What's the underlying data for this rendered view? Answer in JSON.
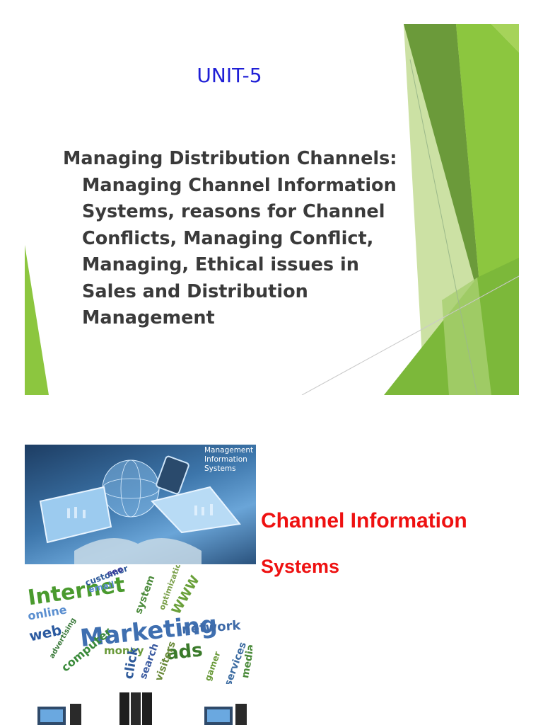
{
  "slide1": {
    "title": "UNIT-5",
    "lead": "Managing Distribution Channels:",
    "lines": [
      "Managing Channel Information",
      "Systems, reasons for Channel",
      "Conflicts, Managing Conflict,",
      "Managing, Ethical issues in",
      "Sales and Distribution",
      "Management"
    ],
    "colors": {
      "title": "#1f1fd6",
      "accent_green": "#8cc63f",
      "dark_green": "#5c8a2e"
    }
  },
  "slide2": {
    "heading_line1": "Channel Information",
    "heading_line2": "Systems",
    "image_caption": [
      "Management",
      "Information",
      "Systems"
    ],
    "word_cloud": [
      "Internet",
      "Marketing",
      "ads",
      "network",
      "online",
      "web",
      "computer",
      "money",
      "search",
      "visitors",
      "click",
      "WWW",
      "system",
      "optimization",
      "customer",
      "seo",
      "media",
      "services",
      "gamer",
      "advertising",
      "email"
    ],
    "heading_color": "#ee1111"
  }
}
